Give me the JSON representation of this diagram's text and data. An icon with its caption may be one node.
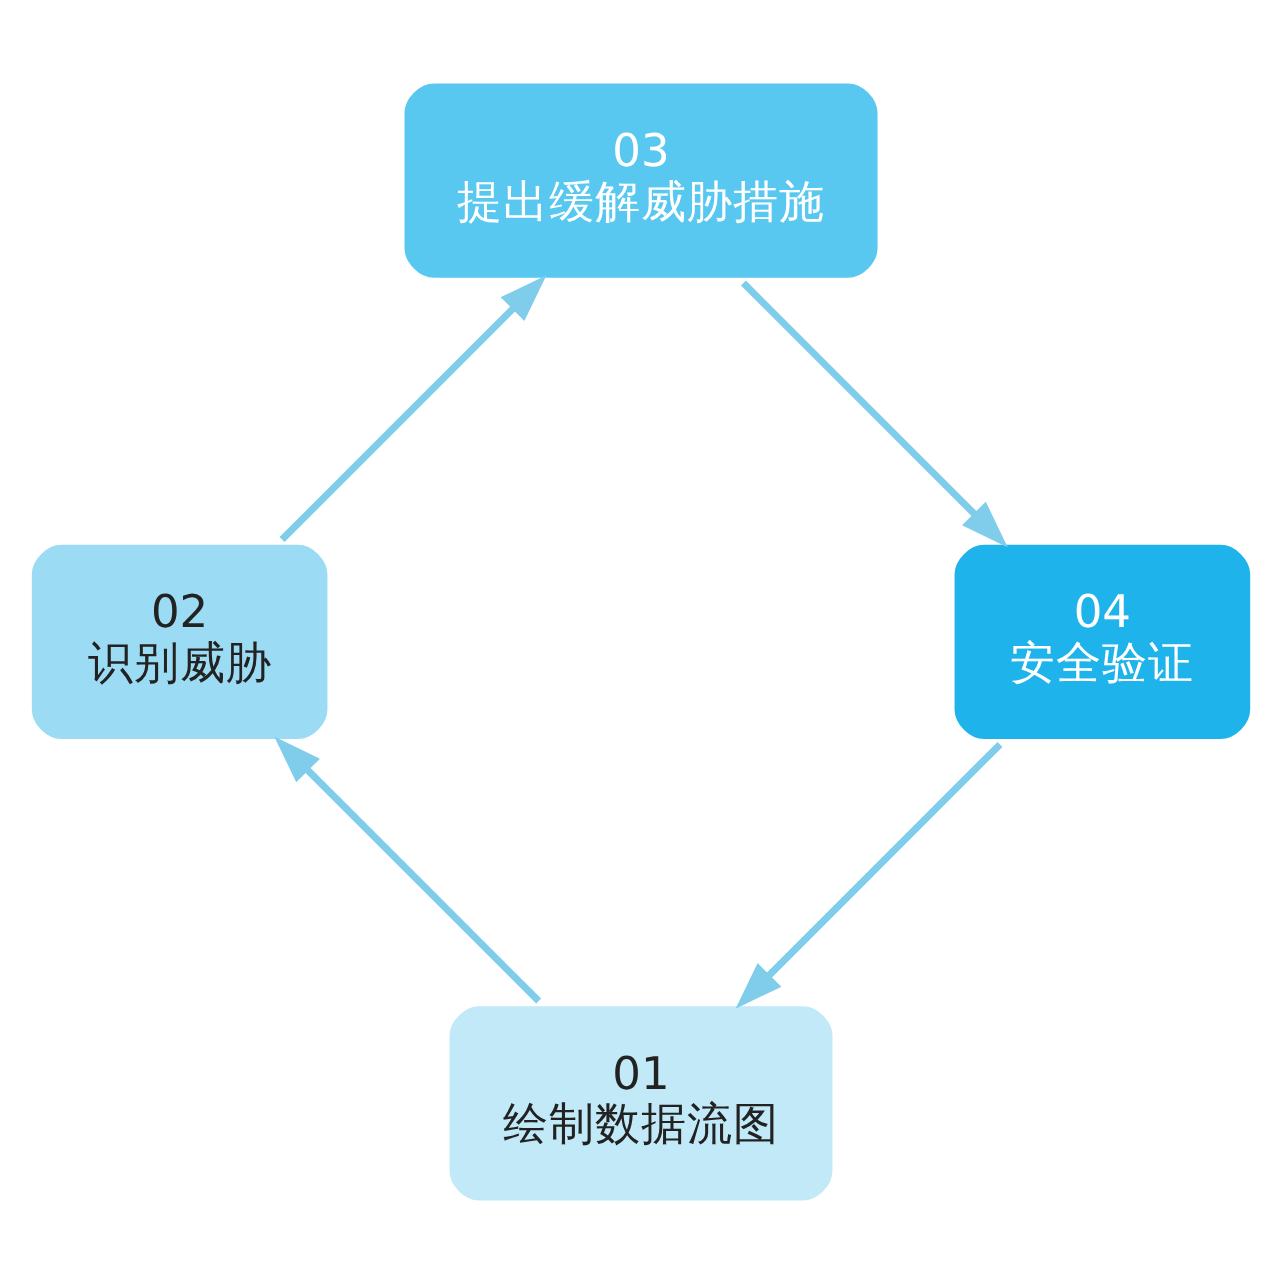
{
  "diagram": {
    "nodes": [
      {
        "text": [
          "01",
          "绘制数据流图"
        ]
      },
      {
        "text": [
          "02",
          "识别威胁"
        ]
      },
      {
        "text": [
          "03",
          "提出缓解威胁措施"
        ]
      },
      {
        "text": [
          "04",
          "安全验证"
        ]
      }
    ],
    "edges": [
      {
        "from": 0,
        "to": 1,
        "arrow": "to"
      },
      {
        "from": 1,
        "to": 2,
        "arrow": "to"
      },
      {
        "from": 2,
        "to": 3,
        "arrow": "to"
      },
      {
        "from": 3,
        "to": 0,
        "arrow": "to"
      }
    ]
  }
}
